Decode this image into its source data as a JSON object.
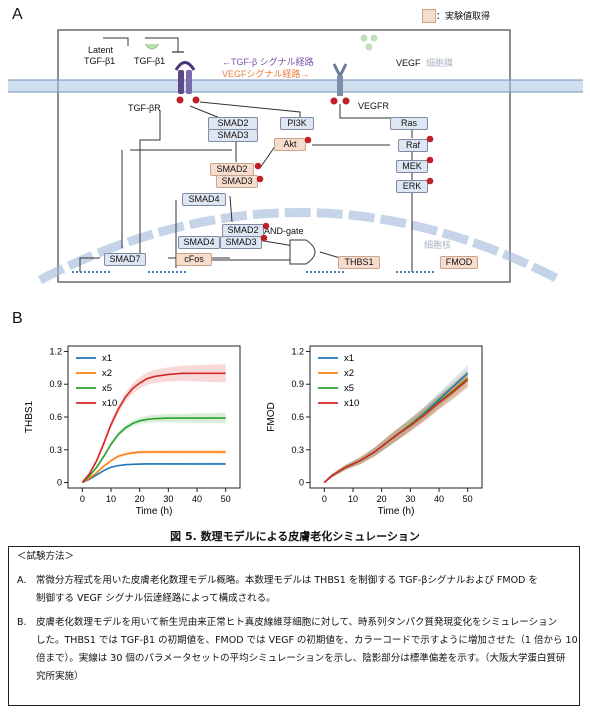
{
  "panel_a": {
    "letter": "A",
    "legend": "：実験値取得",
    "latent_1": "Latent",
    "latent_2": "TGF-β1",
    "tgfb1": "TGF-β1",
    "tgfbr": "TGF-βR",
    "tgf_pathway": "←TGF-β シグナル経路",
    "vegf_pathway": "VEGFシグナル経路→",
    "vegf": "VEGF",
    "vegfr": "VEGFR",
    "membrane": "細胞膜",
    "nucleus": "細胞核",
    "and_gate": "AND-gate",
    "nodes": {
      "smad2": "SMAD2",
      "smad3": "SMAD3",
      "psmad2": "SMAD2",
      "psmad3": "SMAD3",
      "smad4": "SMAD4",
      "nsmad2": "SMAD2",
      "nsmad4": "SMAD4",
      "nsmad3": "SMAD3",
      "smad7": "SMAD7",
      "cfos": "cFos",
      "thbs1": "THBS1",
      "fmod": "FMOD",
      "pi3k": "PI3K",
      "akt": "Akt",
      "ras": "Ras",
      "raf": "Raf",
      "mek": "MEK",
      "erk": "ERK"
    },
    "colors": {
      "tgf_text": "#7a55a8",
      "vegf_text": "#e8823a",
      "phospho": "#c0202a",
      "membrane": "#9fb8d8"
    }
  },
  "panel_b": {
    "letter": "B"
  },
  "chart_data": [
    {
      "type": "line",
      "xlabel": "Time (h)",
      "ylabel": "THBS1",
      "xlim": [
        -5,
        55
      ],
      "ylim": [
        -0.05,
        1.25
      ],
      "xticks": [
        0,
        10,
        20,
        30,
        40,
        50
      ],
      "yticks": [
        0.0,
        0.3,
        0.6,
        0.9,
        1.2
      ],
      "ytick_labels": [
        "0",
        "0.3",
        "0.6",
        "0.9",
        "1.2"
      ],
      "legend_position": "top-left",
      "x": [
        0,
        2.5,
        5,
        7.5,
        10,
        12.5,
        15,
        17.5,
        20,
        22.5,
        25,
        30,
        35,
        40,
        45,
        50
      ],
      "series": [
        {
          "name": "x1",
          "color": "#1f77b4",
          "values": [
            0,
            0.03,
            0.07,
            0.11,
            0.14,
            0.155,
            0.163,
            0.167,
            0.169,
            0.17,
            0.17,
            0.17,
            0.17,
            0.17,
            0.17,
            0.17
          ],
          "band": 0.01
        },
        {
          "name": "x2",
          "color": "#ff7f0e",
          "values": [
            0,
            0.04,
            0.09,
            0.15,
            0.2,
            0.24,
            0.26,
            0.272,
            0.278,
            0.28,
            0.28,
            0.28,
            0.28,
            0.28,
            0.28,
            0.28
          ],
          "band": 0.02
        },
        {
          "name": "x5",
          "color": "#2ca02c",
          "values": [
            0,
            0.06,
            0.14,
            0.24,
            0.35,
            0.44,
            0.5,
            0.54,
            0.565,
            0.578,
            0.585,
            0.59,
            0.59,
            0.59,
            0.59,
            0.59
          ],
          "band": 0.04
        },
        {
          "name": "x10",
          "color": "#d62728",
          "values": [
            0,
            0.08,
            0.2,
            0.36,
            0.53,
            0.67,
            0.78,
            0.86,
            0.91,
            0.95,
            0.97,
            0.99,
            1.0,
            1.0,
            1.0,
            1.0
          ],
          "band": 0.07
        }
      ]
    },
    {
      "type": "line",
      "xlabel": "Time (h)",
      "ylabel": "FMOD",
      "xlim": [
        -5,
        55
      ],
      "ylim": [
        -0.05,
        1.25
      ],
      "xticks": [
        0,
        10,
        20,
        30,
        40,
        50
      ],
      "yticks": [
        0.0,
        0.3,
        0.6,
        0.9,
        1.2
      ],
      "ytick_labels": [
        "0",
        "0.3",
        "0.6",
        "0.9",
        "1.2"
      ],
      "legend_position": "top-left",
      "x": [
        0,
        2.5,
        5,
        7.5,
        10,
        12.5,
        15,
        17.5,
        20,
        22.5,
        25,
        30,
        35,
        40,
        45,
        50
      ],
      "series": [
        {
          "name": "x1",
          "color": "#1f77b4",
          "values": [
            0,
            0.06,
            0.1,
            0.14,
            0.17,
            0.2,
            0.24,
            0.28,
            0.33,
            0.38,
            0.43,
            0.53,
            0.64,
            0.76,
            0.88,
            1.0
          ],
          "band": 0.06
        },
        {
          "name": "x2",
          "color": "#ff7f0e",
          "values": [
            0,
            0.06,
            0.1,
            0.14,
            0.17,
            0.2,
            0.24,
            0.28,
            0.33,
            0.38,
            0.43,
            0.53,
            0.63,
            0.74,
            0.85,
            0.96
          ],
          "band": 0.06
        },
        {
          "name": "x5",
          "color": "#2ca02c",
          "values": [
            0,
            0.06,
            0.1,
            0.14,
            0.17,
            0.2,
            0.24,
            0.28,
            0.33,
            0.38,
            0.43,
            0.53,
            0.63,
            0.74,
            0.84,
            0.95
          ],
          "band": 0.06
        },
        {
          "name": "x10",
          "color": "#d62728",
          "values": [
            0,
            0.06,
            0.1,
            0.14,
            0.17,
            0.2,
            0.24,
            0.28,
            0.33,
            0.38,
            0.43,
            0.52,
            0.62,
            0.73,
            0.83,
            0.94
          ],
          "band": 0.06
        }
      ]
    }
  ],
  "caption": "図 5. 数理モデルによる皮膚老化シミュレーション",
  "methods": {
    "heading": "＜試験方法＞",
    "lines": [
      "A.　常微分方程式を用いた皮膚老化数理モデル概略。本数理モデルは THBS1 を制御する TGF-βシグナルおよび FMOD を",
      "　　制御する VEGF シグナル伝達経路によって構成される。",
      "B.　皮膚老化数理モデルを用いて新生児由来正常ヒト真皮線維芽細胞に対して、時系列タンパク質発現変化をシミュレーション",
      "　　した。THBS1 では TGF-β1 の初期値を、FMOD では VEGF の初期値を、カラーコードで示すように増加させた（1 倍から 10",
      "　　倍まで）。実線は 30 個のパラメータセットの平均シミュレーションを示し、陰影部分は標準偏差を示す。（大阪大学蛋白質研",
      "　　究所実施）"
    ]
  }
}
